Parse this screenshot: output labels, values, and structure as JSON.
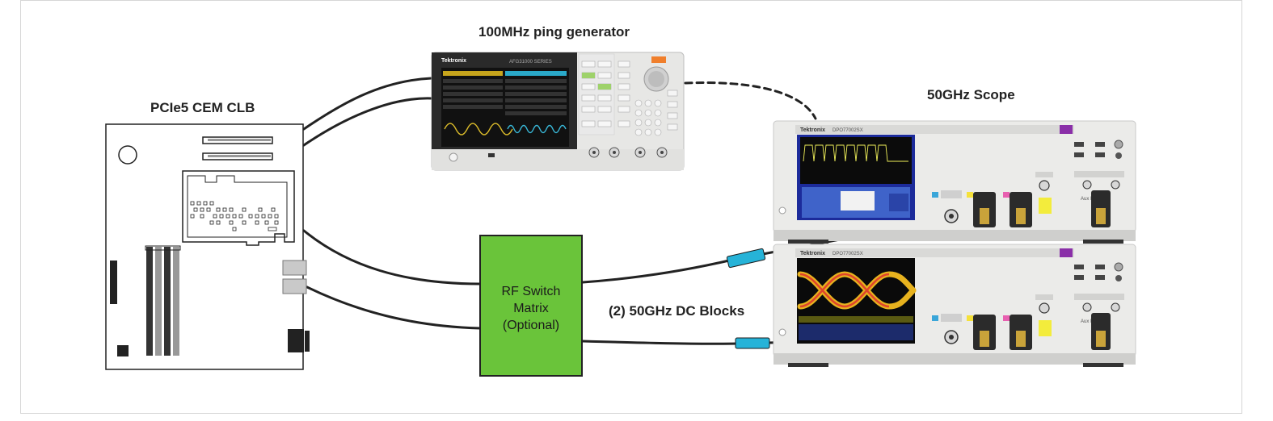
{
  "labels": {
    "generator": "100MHz ping generator",
    "clb": "PCIe5 CEM CLB",
    "scope": "50GHz Scope",
    "switch_line1": "RF Switch",
    "switch_line2": "Matrix",
    "switch_line3": "(Optional)",
    "dc_blocks": "(2) 50GHz DC Blocks"
  },
  "instrument_text": {
    "generator_brand": "Tektronix",
    "generator_series": "AFG31000 SERIES",
    "scope_brand": "Tektronix",
    "scope_series": "DPO77002SX",
    "scope2_brand": "Tektronix",
    "scope2_series": "DPO77002SX",
    "scope_aux": "Aux In",
    "scope2_aux": "Aux In"
  },
  "colors": {
    "switch_fill": "#6ac43a",
    "dc_block_fill": "#26b3d8",
    "cable": "#222222",
    "scope_body": "#e9e9e7",
    "screen": "#1b2a9a"
  }
}
